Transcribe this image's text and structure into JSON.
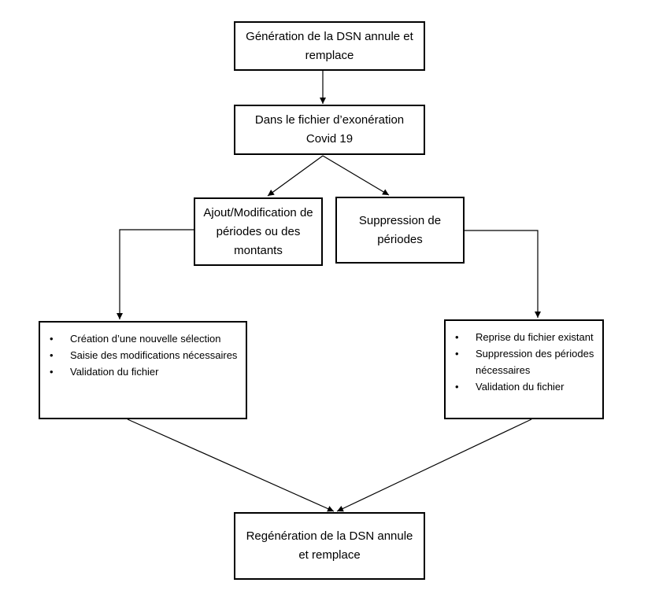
{
  "diagram": {
    "nodes": {
      "generation": "Génération de la DSN annule et remplace",
      "fichier": "Dans le fichier d’exonération Covid 19",
      "ajout": "Ajout/Modification de périodes ou des montants",
      "suppression": "Suppression de périodes",
      "regeneration": "Regénération de la DSN annule et remplace"
    },
    "left_list": {
      "items": [
        "Création d’une nouvelle sélection",
        "Saisie des modifications nécessaires",
        "Validation du fichier"
      ]
    },
    "right_list": {
      "items": [
        "Reprise du fichier existant",
        "Suppression des périodes nécessaires",
        "Validation du fichier"
      ]
    },
    "bullet_glyph": "•",
    "line_color": "#000000"
  }
}
